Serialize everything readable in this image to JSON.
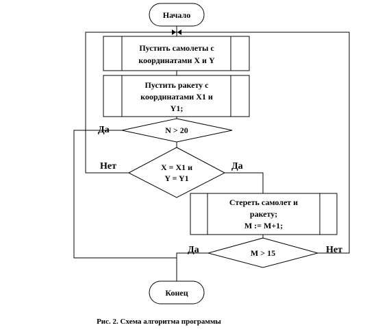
{
  "flowchart": {
    "start_label": "Начало",
    "process1": [
      "Пустить самолеты с",
      "координатами X и Y"
    ],
    "process2": [
      "Пустить ракету с",
      "координатами X1 и",
      "Y1;"
    ],
    "decision1": "N > 20",
    "decision1_yes": "Да",
    "decision2": [
      "X = X1 и",
      "Y = Y1"
    ],
    "decision2_no": "Нет",
    "decision2_yes": "Да",
    "process3": [
      "Стереть самолет и",
      "ракету;",
      "M := M+1;"
    ],
    "decision3": "M > 15",
    "decision3_yes": "Да",
    "decision3_no": "Нет",
    "end_label": "Конец"
  },
  "caption": "Рис. 2. Схема алгоритма программы"
}
